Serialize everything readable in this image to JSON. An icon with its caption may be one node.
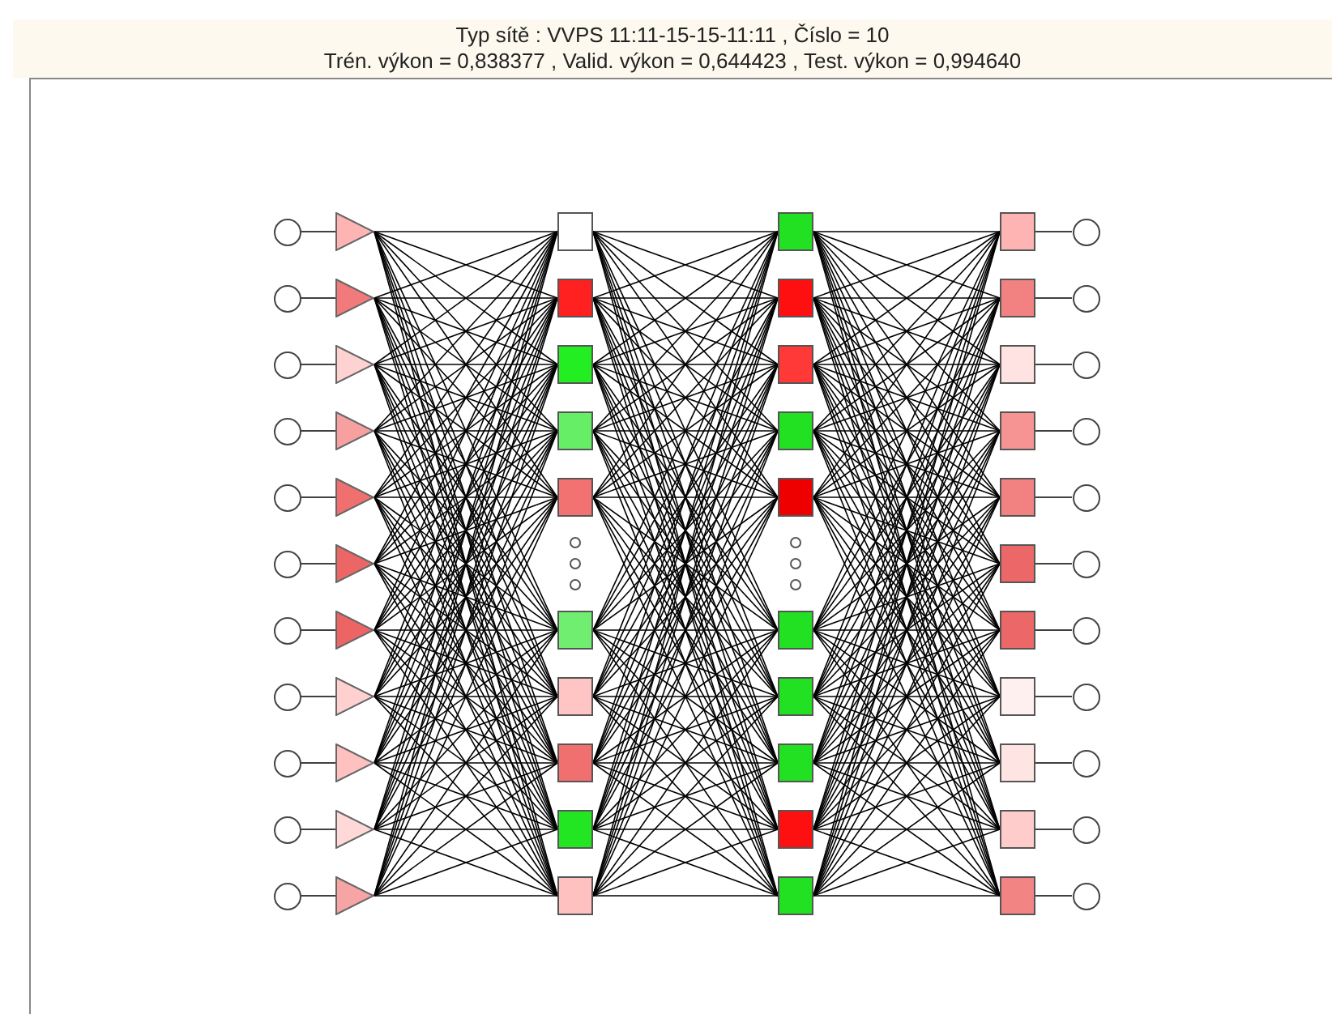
{
  "diagram": {
    "title": "Typ sítě : VVPS 11:11-15-15-11:11 ,  Číslo = 10",
    "labels": [
      "Trén. výkon = 0,838377 ,  Valid. výkon = 0,644423 ,  Test. výkon = 0,994640"
    ],
    "nodes": [
      {
        "text": [],
        "shape": "circle"
      },
      {
        "text": [],
        "shape": "circle"
      },
      {
        "text": [],
        "shape": "circle"
      },
      {
        "text": [],
        "shape": "circle"
      },
      {
        "text": [],
        "shape": "circle"
      },
      {
        "text": [],
        "shape": "circle"
      },
      {
        "text": [],
        "shape": "circle"
      },
      {
        "text": [],
        "shape": "circle"
      },
      {
        "text": [],
        "shape": "circle"
      },
      {
        "text": [],
        "shape": "circle"
      },
      {
        "text": [],
        "shape": "circle"
      },
      {
        "text": [],
        "shape": "triangle"
      },
      {
        "text": [],
        "shape": "triangle"
      },
      {
        "text": [],
        "shape": "triangle"
      },
      {
        "text": [],
        "shape": "triangle"
      },
      {
        "text": [],
        "shape": "triangle"
      },
      {
        "text": [],
        "shape": "triangle"
      },
      {
        "text": [],
        "shape": "triangle"
      },
      {
        "text": [],
        "shape": "triangle"
      },
      {
        "text": [],
        "shape": "triangle"
      },
      {
        "text": [],
        "shape": "triangle"
      },
      {
        "text": [],
        "shape": "triangle"
      },
      {
        "text": [],
        "shape": "box"
      },
      {
        "text": [],
        "shape": "box"
      },
      {
        "text": [],
        "shape": "box"
      },
      {
        "text": [],
        "shape": "box"
      },
      {
        "text": [],
        "shape": "box"
      },
      {
        "text": [],
        "shape": "box"
      },
      {
        "text": [],
        "shape": "box"
      },
      {
        "text": [],
        "shape": "box"
      },
      {
        "text": [],
        "shape": "box"
      },
      {
        "text": [],
        "shape": "box"
      },
      {
        "text": [],
        "shape": "box"
      },
      {
        "text": [],
        "shape": "box"
      },
      {
        "text": [],
        "shape": "box"
      },
      {
        "text": [],
        "shape": "box"
      },
      {
        "text": [],
        "shape": "box"
      },
      {
        "text": [],
        "shape": "box"
      },
      {
        "text": [],
        "shape": "box"
      },
      {
        "text": [],
        "shape": "box"
      },
      {
        "text": [],
        "shape": "box"
      },
      {
        "text": [],
        "shape": "box"
      },
      {
        "text": [],
        "shape": "box"
      },
      {
        "text": [],
        "shape": "box"
      },
      {
        "text": [],
        "shape": "box"
      },
      {
        "text": [],
        "shape": "box"
      },
      {
        "text": [],
        "shape": "box"
      },
      {
        "text": [],
        "shape": "box"
      },
      {
        "text": [],
        "shape": "box"
      },
      {
        "text": [],
        "shape": "box"
      },
      {
        "text": [],
        "shape": "box"
      },
      {
        "text": [],
        "shape": "box"
      },
      {
        "text": [],
        "shape": "box"
      },
      {
        "text": [],
        "shape": "circle"
      },
      {
        "text": [],
        "shape": "circle"
      },
      {
        "text": [],
        "shape": "circle"
      },
      {
        "text": [],
        "shape": "circle"
      },
      {
        "text": [],
        "shape": "circle"
      },
      {
        "text": [],
        "shape": "circle"
      },
      {
        "text": [],
        "shape": "circle"
      },
      {
        "text": [],
        "shape": "circle"
      },
      {
        "text": [],
        "shape": "circle"
      },
      {
        "text": [],
        "shape": "circle"
      },
      {
        "text": [],
        "shape": "circle"
      }
    ],
    "edges": [
      {
        "from": 0,
        "to": 11,
        "arrow": "none"
      },
      {
        "from": 1,
        "to": 12,
        "arrow": "none"
      },
      {
        "from": 2,
        "to": 13,
        "arrow": "none"
      },
      {
        "from": 3,
        "to": 14,
        "arrow": "none"
      },
      {
        "from": 4,
        "to": 15,
        "arrow": "none"
      },
      {
        "from": 5,
        "to": 16,
        "arrow": "none"
      },
      {
        "from": 6,
        "to": 17,
        "arrow": "none"
      },
      {
        "from": 7,
        "to": 18,
        "arrow": "none"
      },
      {
        "from": 8,
        "to": 19,
        "arrow": "none"
      },
      {
        "from": 9,
        "to": 20,
        "arrow": "none"
      },
      {
        "from": 10,
        "to": 21,
        "arrow": "none"
      },
      {
        "from": 11,
        "to": 22,
        "arrow": "none"
      },
      {
        "from": 11,
        "to": 23,
        "arrow": "none"
      },
      {
        "from": 11,
        "to": 24,
        "arrow": "none"
      },
      {
        "from": 11,
        "to": 25,
        "arrow": "none"
      },
      {
        "from": 11,
        "to": 26,
        "arrow": "none"
      },
      {
        "from": 11,
        "to": 27,
        "arrow": "none"
      },
      {
        "from": 11,
        "to": 28,
        "arrow": "none"
      },
      {
        "from": 11,
        "to": 29,
        "arrow": "none"
      },
      {
        "from": 11,
        "to": 30,
        "arrow": "none"
      },
      {
        "from": 11,
        "to": 31,
        "arrow": "none"
      },
      {
        "from": 12,
        "to": 22,
        "arrow": "none"
      },
      {
        "from": 12,
        "to": 23,
        "arrow": "none"
      },
      {
        "from": 12,
        "to": 24,
        "arrow": "none"
      },
      {
        "from": 12,
        "to": 25,
        "arrow": "none"
      },
      {
        "from": 12,
        "to": 26,
        "arrow": "none"
      },
      {
        "from": 12,
        "to": 27,
        "arrow": "none"
      },
      {
        "from": 12,
        "to": 28,
        "arrow": "none"
      },
      {
        "from": 12,
        "to": 29,
        "arrow": "none"
      },
      {
        "from": 12,
        "to": 30,
        "arrow": "none"
      },
      {
        "from": 12,
        "to": 31,
        "arrow": "none"
      },
      {
        "from": 13,
        "to": 22,
        "arrow": "none"
      },
      {
        "from": 13,
        "to": 23,
        "arrow": "none"
      },
      {
        "from": 13,
        "to": 24,
        "arrow": "none"
      },
      {
        "from": 13,
        "to": 25,
        "arrow": "none"
      },
      {
        "from": 13,
        "to": 26,
        "arrow": "none"
      },
      {
        "from": 13,
        "to": 27,
        "arrow": "none"
      },
      {
        "from": 13,
        "to": 28,
        "arrow": "none"
      },
      {
        "from": 13,
        "to": 29,
        "arrow": "none"
      },
      {
        "from": 13,
        "to": 30,
        "arrow": "none"
      },
      {
        "from": 13,
        "to": 31,
        "arrow": "none"
      },
      {
        "from": 14,
        "to": 22,
        "arrow": "none"
      },
      {
        "from": 14,
        "to": 23,
        "arrow": "none"
      },
      {
        "from": 14,
        "to": 24,
        "arrow": "none"
      },
      {
        "from": 14,
        "to": 25,
        "arrow": "none"
      },
      {
        "from": 14,
        "to": 26,
        "arrow": "none"
      },
      {
        "from": 14,
        "to": 27,
        "arrow": "none"
      },
      {
        "from": 14,
        "to": 28,
        "arrow": "none"
      },
      {
        "from": 14,
        "to": 29,
        "arrow": "none"
      },
      {
        "from": 14,
        "to": 30,
        "arrow": "none"
      },
      {
        "from": 14,
        "to": 31,
        "arrow": "none"
      },
      {
        "from": 15,
        "to": 22,
        "arrow": "none"
      },
      {
        "from": 15,
        "to": 23,
        "arrow": "none"
      },
      {
        "from": 15,
        "to": 24,
        "arrow": "none"
      },
      {
        "from": 15,
        "to": 25,
        "arrow": "none"
      },
      {
        "from": 15,
        "to": 26,
        "arrow": "none"
      },
      {
        "from": 15,
        "to": 27,
        "arrow": "none"
      },
      {
        "from": 15,
        "to": 28,
        "arrow": "none"
      },
      {
        "from": 15,
        "to": 29,
        "arrow": "none"
      },
      {
        "from": 15,
        "to": 30,
        "arrow": "none"
      },
      {
        "from": 15,
        "to": 31,
        "arrow": "none"
      },
      {
        "from": 16,
        "to": 22,
        "arrow": "none"
      },
      {
        "from": 16,
        "to": 23,
        "arrow": "none"
      },
      {
        "from": 16,
        "to": 24,
        "arrow": "none"
      },
      {
        "from": 16,
        "to": 25,
        "arrow": "none"
      },
      {
        "from": 16,
        "to": 26,
        "arrow": "none"
      },
      {
        "from": 16,
        "to": 27,
        "arrow": "none"
      },
      {
        "from": 16,
        "to": 28,
        "arrow": "none"
      },
      {
        "from": 16,
        "to": 29,
        "arrow": "none"
      },
      {
        "from": 16,
        "to": 30,
        "arrow": "none"
      },
      {
        "from": 16,
        "to": 31,
        "arrow": "none"
      },
      {
        "from": 17,
        "to": 22,
        "arrow": "none"
      },
      {
        "from": 17,
        "to": 23,
        "arrow": "none"
      },
      {
        "from": 17,
        "to": 24,
        "arrow": "none"
      },
      {
        "from": 17,
        "to": 25,
        "arrow": "none"
      },
      {
        "from": 17,
        "to": 26,
        "arrow": "none"
      },
      {
        "from": 17,
        "to": 27,
        "arrow": "none"
      },
      {
        "from": 17,
        "to": 28,
        "arrow": "none"
      },
      {
        "from": 17,
        "to": 29,
        "arrow": "none"
      },
      {
        "from": 17,
        "to": 30,
        "arrow": "none"
      },
      {
        "from": 17,
        "to": 31,
        "arrow": "none"
      },
      {
        "from": 18,
        "to": 22,
        "arrow": "none"
      },
      {
        "from": 18,
        "to": 23,
        "arrow": "none"
      },
      {
        "from": 18,
        "to": 24,
        "arrow": "none"
      },
      {
        "from": 18,
        "to": 25,
        "arrow": "none"
      },
      {
        "from": 18,
        "to": 26,
        "arrow": "none"
      },
      {
        "from": 18,
        "to": 27,
        "arrow": "none"
      },
      {
        "from": 18,
        "to": 28,
        "arrow": "none"
      },
      {
        "from": 18,
        "to": 29,
        "arrow": "none"
      },
      {
        "from": 18,
        "to": 30,
        "arrow": "none"
      },
      {
        "from": 18,
        "to": 31,
        "arrow": "none"
      },
      {
        "from": 19,
        "to": 22,
        "arrow": "none"
      },
      {
        "from": 19,
        "to": 23,
        "arrow": "none"
      },
      {
        "from": 19,
        "to": 24,
        "arrow": "none"
      },
      {
        "from": 19,
        "to": 25,
        "arrow": "none"
      },
      {
        "from": 19,
        "to": 26,
        "arrow": "none"
      },
      {
        "from": 19,
        "to": 27,
        "arrow": "none"
      },
      {
        "from": 19,
        "to": 28,
        "arrow": "none"
      },
      {
        "from": 19,
        "to": 29,
        "arrow": "none"
      },
      {
        "from": 19,
        "to": 30,
        "arrow": "none"
      },
      {
        "from": 19,
        "to": 31,
        "arrow": "none"
      },
      {
        "from": 20,
        "to": 22,
        "arrow": "none"
      },
      {
        "from": 20,
        "to": 23,
        "arrow": "none"
      },
      {
        "from": 20,
        "to": 24,
        "arrow": "none"
      },
      {
        "from": 20,
        "to": 25,
        "arrow": "none"
      },
      {
        "from": 20,
        "to": 26,
        "arrow": "none"
      },
      {
        "from": 20,
        "to": 27,
        "arrow": "none"
      },
      {
        "from": 20,
        "to": 28,
        "arrow": "none"
      },
      {
        "from": 20,
        "to": 29,
        "arrow": "none"
      },
      {
        "from": 20,
        "to": 30,
        "arrow": "none"
      },
      {
        "from": 20,
        "to": 31,
        "arrow": "none"
      },
      {
        "from": 21,
        "to": 22,
        "arrow": "none"
      },
      {
        "from": 21,
        "to": 23,
        "arrow": "none"
      },
      {
        "from": 21,
        "to": 24,
        "arrow": "none"
      },
      {
        "from": 21,
        "to": 25,
        "arrow": "none"
      },
      {
        "from": 21,
        "to": 26,
        "arrow": "none"
      },
      {
        "from": 21,
        "to": 27,
        "arrow": "none"
      },
      {
        "from": 21,
        "to": 28,
        "arrow": "none"
      },
      {
        "from": 21,
        "to": 29,
        "arrow": "none"
      },
      {
        "from": 21,
        "to": 30,
        "arrow": "none"
      },
      {
        "from": 21,
        "to": 31,
        "arrow": "none"
      },
      {
        "from": 22,
        "to": 32,
        "arrow": "none"
      },
      {
        "from": 22,
        "to": 33,
        "arrow": "none"
      },
      {
        "from": 22,
        "to": 34,
        "arrow": "none"
      },
      {
        "from": 22,
        "to": 35,
        "arrow": "none"
      },
      {
        "from": 22,
        "to": 36,
        "arrow": "none"
      },
      {
        "from": 22,
        "to": 37,
        "arrow": "none"
      },
      {
        "from": 22,
        "to": 38,
        "arrow": "none"
      },
      {
        "from": 22,
        "to": 39,
        "arrow": "none"
      },
      {
        "from": 22,
        "to": 40,
        "arrow": "none"
      },
      {
        "from": 22,
        "to": 41,
        "arrow": "none"
      },
      {
        "from": 23,
        "to": 32,
        "arrow": "none"
      },
      {
        "from": 23,
        "to": 33,
        "arrow": "none"
      },
      {
        "from": 23,
        "to": 34,
        "arrow": "none"
      },
      {
        "from": 23,
        "to": 35,
        "arrow": "none"
      },
      {
        "from": 23,
        "to": 36,
        "arrow": "none"
      },
      {
        "from": 23,
        "to": 37,
        "arrow": "none"
      },
      {
        "from": 23,
        "to": 38,
        "arrow": "none"
      },
      {
        "from": 23,
        "to": 39,
        "arrow": "none"
      },
      {
        "from": 23,
        "to": 40,
        "arrow": "none"
      },
      {
        "from": 23,
        "to": 41,
        "arrow": "none"
      },
      {
        "from": 24,
        "to": 32,
        "arrow": "none"
      },
      {
        "from": 24,
        "to": 33,
        "arrow": "none"
      },
      {
        "from": 24,
        "to": 34,
        "arrow": "none"
      },
      {
        "from": 24,
        "to": 35,
        "arrow": "none"
      },
      {
        "from": 24,
        "to": 36,
        "arrow": "none"
      },
      {
        "from": 24,
        "to": 37,
        "arrow": "none"
      },
      {
        "from": 24,
        "to": 38,
        "arrow": "none"
      },
      {
        "from": 24,
        "to": 39,
        "arrow": "none"
      },
      {
        "from": 24,
        "to": 40,
        "arrow": "none"
      },
      {
        "from": 24,
        "to": 41,
        "arrow": "none"
      },
      {
        "from": 25,
        "to": 32,
        "arrow": "none"
      },
      {
        "from": 25,
        "to": 33,
        "arrow": "none"
      },
      {
        "from": 25,
        "to": 34,
        "arrow": "none"
      },
      {
        "from": 25,
        "to": 35,
        "arrow": "none"
      },
      {
        "from": 25,
        "to": 36,
        "arrow": "none"
      },
      {
        "from": 25,
        "to": 37,
        "arrow": "none"
      },
      {
        "from": 25,
        "to": 38,
        "arrow": "none"
      },
      {
        "from": 25,
        "to": 39,
        "arrow": "none"
      },
      {
        "from": 25,
        "to": 40,
        "arrow": "none"
      },
      {
        "from": 25,
        "to": 41,
        "arrow": "none"
      },
      {
        "from": 26,
        "to": 32,
        "arrow": "none"
      },
      {
        "from": 26,
        "to": 33,
        "arrow": "none"
      },
      {
        "from": 26,
        "to": 34,
        "arrow": "none"
      },
      {
        "from": 26,
        "to": 35,
        "arrow": "none"
      },
      {
        "from": 26,
        "to": 36,
        "arrow": "none"
      },
      {
        "from": 26,
        "to": 37,
        "arrow": "none"
      },
      {
        "from": 26,
        "to": 38,
        "arrow": "none"
      },
      {
        "from": 26,
        "to": 39,
        "arrow": "none"
      },
      {
        "from": 26,
        "to": 40,
        "arrow": "none"
      },
      {
        "from": 26,
        "to": 41,
        "arrow": "none"
      },
      {
        "from": 27,
        "to": 32,
        "arrow": "none"
      },
      {
        "from": 27,
        "to": 33,
        "arrow": "none"
      },
      {
        "from": 27,
        "to": 34,
        "arrow": "none"
      },
      {
        "from": 27,
        "to": 35,
        "arrow": "none"
      },
      {
        "from": 27,
        "to": 36,
        "arrow": "none"
      },
      {
        "from": 27,
        "to": 37,
        "arrow": "none"
      },
      {
        "from": 27,
        "to": 38,
        "arrow": "none"
      },
      {
        "from": 27,
        "to": 39,
        "arrow": "none"
      },
      {
        "from": 27,
        "to": 40,
        "arrow": "none"
      },
      {
        "from": 27,
        "to": 41,
        "arrow": "none"
      },
      {
        "from": 28,
        "to": 32,
        "arrow": "none"
      },
      {
        "from": 28,
        "to": 33,
        "arrow": "none"
      },
      {
        "from": 28,
        "to": 34,
        "arrow": "none"
      },
      {
        "from": 28,
        "to": 35,
        "arrow": "none"
      },
      {
        "from": 28,
        "to": 36,
        "arrow": "none"
      },
      {
        "from": 28,
        "to": 37,
        "arrow": "none"
      },
      {
        "from": 28,
        "to": 38,
        "arrow": "none"
      },
      {
        "from": 28,
        "to": 39,
        "arrow": "none"
      },
      {
        "from": 28,
        "to": 40,
        "arrow": "none"
      },
      {
        "from": 28,
        "to": 41,
        "arrow": "none"
      },
      {
        "from": 29,
        "to": 32,
        "arrow": "none"
      },
      {
        "from": 29,
        "to": 33,
        "arrow": "none"
      },
      {
        "from": 29,
        "to": 34,
        "arrow": "none"
      },
      {
        "from": 29,
        "to": 35,
        "arrow": "none"
      },
      {
        "from": 29,
        "to": 36,
        "arrow": "none"
      },
      {
        "from": 29,
        "to": 37,
        "arrow": "none"
      },
      {
        "from": 29,
        "to": 38,
        "arrow": "none"
      },
      {
        "from": 29,
        "to": 39,
        "arrow": "none"
      },
      {
        "from": 29,
        "to": 40,
        "arrow": "none"
      },
      {
        "from": 29,
        "to": 41,
        "arrow": "none"
      },
      {
        "from": 30,
        "to": 32,
        "arrow": "none"
      },
      {
        "from": 30,
        "to": 33,
        "arrow": "none"
      },
      {
        "from": 30,
        "to": 34,
        "arrow": "none"
      },
      {
        "from": 30,
        "to": 35,
        "arrow": "none"
      },
      {
        "from": 30,
        "to": 36,
        "arrow": "none"
      },
      {
        "from": 30,
        "to": 37,
        "arrow": "none"
      },
      {
        "from": 30,
        "to": 38,
        "arrow": "none"
      },
      {
        "from": 30,
        "to": 39,
        "arrow": "none"
      },
      {
        "from": 30,
        "to": 40,
        "arrow": "none"
      },
      {
        "from": 30,
        "to": 41,
        "arrow": "none"
      },
      {
        "from": 31,
        "to": 32,
        "arrow": "none"
      },
      {
        "from": 31,
        "to": 33,
        "arrow": "none"
      },
      {
        "from": 31,
        "to": 34,
        "arrow": "none"
      },
      {
        "from": 31,
        "to": 35,
        "arrow": "none"
      },
      {
        "from": 31,
        "to": 36,
        "arrow": "none"
      },
      {
        "from": 31,
        "to": 37,
        "arrow": "none"
      },
      {
        "from": 31,
        "to": 38,
        "arrow": "none"
      },
      {
        "from": 31,
        "to": 39,
        "arrow": "none"
      },
      {
        "from": 31,
        "to": 40,
        "arrow": "none"
      },
      {
        "from": 31,
        "to": 41,
        "arrow": "none"
      },
      {
        "from": 32,
        "to": 42,
        "arrow": "none"
      },
      {
        "from": 32,
        "to": 43,
        "arrow": "none"
      },
      {
        "from": 32,
        "to": 44,
        "arrow": "none"
      },
      {
        "from": 32,
        "to": 45,
        "arrow": "none"
      },
      {
        "from": 32,
        "to": 46,
        "arrow": "none"
      },
      {
        "from": 32,
        "to": 47,
        "arrow": "none"
      },
      {
        "from": 32,
        "to": 48,
        "arrow": "none"
      },
      {
        "from": 32,
        "to": 49,
        "arrow": "none"
      },
      {
        "from": 32,
        "to": 50,
        "arrow": "none"
      },
      {
        "from": 32,
        "to": 51,
        "arrow": "none"
      },
      {
        "from": 32,
        "to": 52,
        "arrow": "none"
      },
      {
        "from": 33,
        "to": 42,
        "arrow": "none"
      },
      {
        "from": 33,
        "to": 43,
        "arrow": "none"
      },
      {
        "from": 33,
        "to": 44,
        "arrow": "none"
      },
      {
        "from": 33,
        "to": 45,
        "arrow": "none"
      },
      {
        "from": 33,
        "to": 46,
        "arrow": "none"
      },
      {
        "from": 33,
        "to": 47,
        "arrow": "none"
      },
      {
        "from": 33,
        "to": 48,
        "arrow": "none"
      },
      {
        "from": 33,
        "to": 49,
        "arrow": "none"
      },
      {
        "from": 33,
        "to": 50,
        "arrow": "none"
      },
      {
        "from": 33,
        "to": 51,
        "arrow": "none"
      },
      {
        "from": 33,
        "to": 52,
        "arrow": "none"
      },
      {
        "from": 34,
        "to": 42,
        "arrow": "none"
      },
      {
        "from": 34,
        "to": 43,
        "arrow": "none"
      },
      {
        "from": 34,
        "to": 44,
        "arrow": "none"
      },
      {
        "from": 34,
        "to": 45,
        "arrow": "none"
      },
      {
        "from": 34,
        "to": 46,
        "arrow": "none"
      },
      {
        "from": 34,
        "to": 47,
        "arrow": "none"
      },
      {
        "from": 34,
        "to": 48,
        "arrow": "none"
      },
      {
        "from": 34,
        "to": 49,
        "arrow": "none"
      },
      {
        "from": 34,
        "to": 50,
        "arrow": "none"
      },
      {
        "from": 34,
        "to": 51,
        "arrow": "none"
      },
      {
        "from": 34,
        "to": 52,
        "arrow": "none"
      },
      {
        "from": 35,
        "to": 42,
        "arrow": "none"
      },
      {
        "from": 35,
        "to": 43,
        "arrow": "none"
      },
      {
        "from": 35,
        "to": 44,
        "arrow": "none"
      },
      {
        "from": 35,
        "to": 45,
        "arrow": "none"
      },
      {
        "from": 35,
        "to": 46,
        "arrow": "none"
      },
      {
        "from": 35,
        "to": 47,
        "arrow": "none"
      },
      {
        "from": 35,
        "to": 48,
        "arrow": "none"
      },
      {
        "from": 35,
        "to": 49,
        "arrow": "none"
      },
      {
        "from": 35,
        "to": 50,
        "arrow": "none"
      },
      {
        "from": 35,
        "to": 51,
        "arrow": "none"
      },
      {
        "from": 35,
        "to": 52,
        "arrow": "none"
      },
      {
        "from": 36,
        "to": 42,
        "arrow": "none"
      },
      {
        "from": 36,
        "to": 43,
        "arrow": "none"
      },
      {
        "from": 36,
        "to": 44,
        "arrow": "none"
      },
      {
        "from": 36,
        "to": 45,
        "arrow": "none"
      },
      {
        "from": 36,
        "to": 46,
        "arrow": "none"
      },
      {
        "from": 36,
        "to": 47,
        "arrow": "none"
      },
      {
        "from": 36,
        "to": 48,
        "arrow": "none"
      },
      {
        "from": 36,
        "to": 49,
        "arrow": "none"
      },
      {
        "from": 36,
        "to": 50,
        "arrow": "none"
      },
      {
        "from": 36,
        "to": 51,
        "arrow": "none"
      },
      {
        "from": 36,
        "to": 52,
        "arrow": "none"
      },
      {
        "from": 37,
        "to": 42,
        "arrow": "none"
      },
      {
        "from": 37,
        "to": 43,
        "arrow": "none"
      },
      {
        "from": 37,
        "to": 44,
        "arrow": "none"
      },
      {
        "from": 37,
        "to": 45,
        "arrow": "none"
      },
      {
        "from": 37,
        "to": 46,
        "arrow": "none"
      },
      {
        "from": 37,
        "to": 47,
        "arrow": "none"
      },
      {
        "from": 37,
        "to": 48,
        "arrow": "none"
      },
      {
        "from": 37,
        "to": 49,
        "arrow": "none"
      },
      {
        "from": 37,
        "to": 50,
        "arrow": "none"
      },
      {
        "from": 37,
        "to": 51,
        "arrow": "none"
      },
      {
        "from": 37,
        "to": 52,
        "arrow": "none"
      },
      {
        "from": 38,
        "to": 42,
        "arrow": "none"
      },
      {
        "from": 38,
        "to": 43,
        "arrow": "none"
      },
      {
        "from": 38,
        "to": 44,
        "arrow": "none"
      },
      {
        "from": 38,
        "to": 45,
        "arrow": "none"
      },
      {
        "from": 38,
        "to": 46,
        "arrow": "none"
      },
      {
        "from": 38,
        "to": 47,
        "arrow": "none"
      },
      {
        "from": 38,
        "to": 48,
        "arrow": "none"
      },
      {
        "from": 38,
        "to": 49,
        "arrow": "none"
      },
      {
        "from": 38,
        "to": 50,
        "arrow": "none"
      },
      {
        "from": 38,
        "to": 51,
        "arrow": "none"
      },
      {
        "from": 38,
        "to": 52,
        "arrow": "none"
      },
      {
        "from": 39,
        "to": 42,
        "arrow": "none"
      },
      {
        "from": 39,
        "to": 43,
        "arrow": "none"
      },
      {
        "from": 39,
        "to": 44,
        "arrow": "none"
      },
      {
        "from": 39,
        "to": 45,
        "arrow": "none"
      },
      {
        "from": 39,
        "to": 46,
        "arrow": "none"
      },
      {
        "from": 39,
        "to": 47,
        "arrow": "none"
      },
      {
        "from": 39,
        "to": 48,
        "arrow": "none"
      },
      {
        "from": 39,
        "to": 49,
        "arrow": "none"
      },
      {
        "from": 39,
        "to": 50,
        "arrow": "none"
      },
      {
        "from": 39,
        "to": 51,
        "arrow": "none"
      },
      {
        "from": 39,
        "to": 52,
        "arrow": "none"
      },
      {
        "from": 40,
        "to": 42,
        "arrow": "none"
      },
      {
        "from": 40,
        "to": 43,
        "arrow": "none"
      },
      {
        "from": 40,
        "to": 44,
        "arrow": "none"
      },
      {
        "from": 40,
        "to": 45,
        "arrow": "none"
      },
      {
        "from": 40,
        "to": 46,
        "arrow": "none"
      },
      {
        "from": 40,
        "to": 47,
        "arrow": "none"
      },
      {
        "from": 40,
        "to": 48,
        "arrow": "none"
      },
      {
        "from": 40,
        "to": 49,
        "arrow": "none"
      },
      {
        "from": 40,
        "to": 50,
        "arrow": "none"
      },
      {
        "from": 40,
        "to": 51,
        "arrow": "none"
      },
      {
        "from": 40,
        "to": 52,
        "arrow": "none"
      },
      {
        "from": 41,
        "to": 42,
        "arrow": "none"
      },
      {
        "from": 41,
        "to": 43,
        "arrow": "none"
      },
      {
        "from": 41,
        "to": 44,
        "arrow": "none"
      },
      {
        "from": 41,
        "to": 45,
        "arrow": "none"
      },
      {
        "from": 41,
        "to": 46,
        "arrow": "none"
      },
      {
        "from": 41,
        "to": 47,
        "arrow": "none"
      },
      {
        "from": 41,
        "to": 48,
        "arrow": "none"
      },
      {
        "from": 41,
        "to": 49,
        "arrow": "none"
      },
      {
        "from": 41,
        "to": 50,
        "arrow": "none"
      },
      {
        "from": 41,
        "to": 51,
        "arrow": "none"
      },
      {
        "from": 41,
        "to": 52,
        "arrow": "none"
      },
      {
        "from": 42,
        "to": 53,
        "arrow": "none"
      },
      {
        "from": 43,
        "to": 54,
        "arrow": "none"
      },
      {
        "from": 44,
        "to": 55,
        "arrow": "none"
      },
      {
        "from": 45,
        "to": 56,
        "arrow": "none"
      },
      {
        "from": 46,
        "to": 57,
        "arrow": "none"
      },
      {
        "from": 47,
        "to": 58,
        "arrow": "none"
      },
      {
        "from": 48,
        "to": 59,
        "arrow": "none"
      },
      {
        "from": 49,
        "to": 60,
        "arrow": "none"
      },
      {
        "from": 50,
        "to": 61,
        "arrow": "none"
      },
      {
        "from": 51,
        "to": 62,
        "arrow": "none"
      },
      {
        "from": 52,
        "to": 63,
        "arrow": "none"
      }
    ]
  }
}
